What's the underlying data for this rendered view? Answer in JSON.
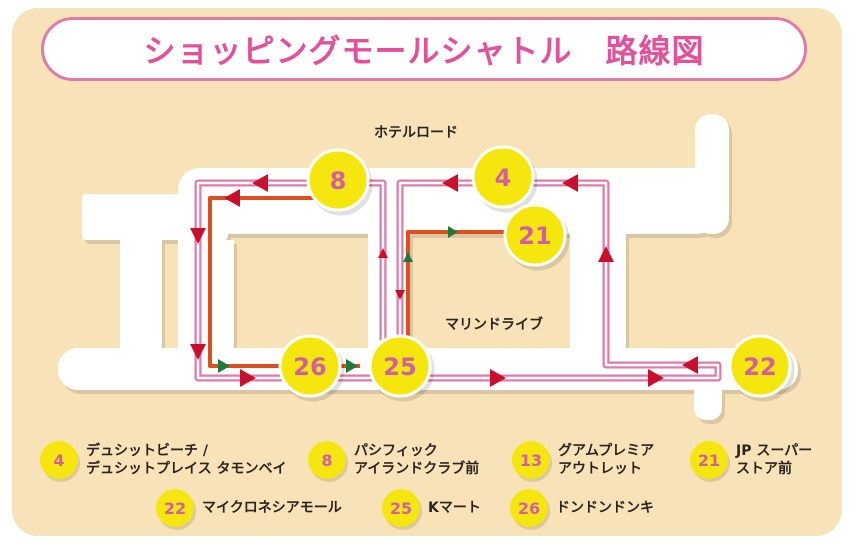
{
  "title": "ショッピングモールシャトル　路線図",
  "streets": {
    "hotel_road": "ホテルロード",
    "marine_drive": "マリンドライブ"
  },
  "stop_numbers": {
    "s8": "8",
    "s4": "4",
    "s21": "21",
    "s26": "26",
    "s25": "25",
    "s22": "22"
  },
  "legend": [
    {
      "number": "4",
      "line1": "デュシットビーチ /",
      "line2": "デュシットプレイス タモンベイ"
    },
    {
      "number": "8",
      "line1": "パシフィック",
      "line2": "アイランドクラブ前"
    },
    {
      "number": "13",
      "line1": "グアムプレミア",
      "line2": "アウトレット"
    },
    {
      "number": "21",
      "line1": "JP スーパー",
      "line2": "ストア前"
    },
    {
      "number": "22",
      "line1": "マイクロネシアモール",
      "line2": ""
    },
    {
      "number": "25",
      "line1": "Kマート",
      "line2": ""
    },
    {
      "number": "26",
      "line1": "ドンドンドンキ",
      "line2": ""
    }
  ],
  "colors": {
    "background": "#f8e3b8",
    "road": "#ffffff",
    "pink_route": "#e07aa8",
    "orange_route": "#dd4f1f",
    "arrow_red": "#c8102e",
    "arrow_green": "#1f7a3a",
    "stop_yellow": "#f5e60f",
    "stop_text": "#d15fa3",
    "title": "#e2519a"
  }
}
